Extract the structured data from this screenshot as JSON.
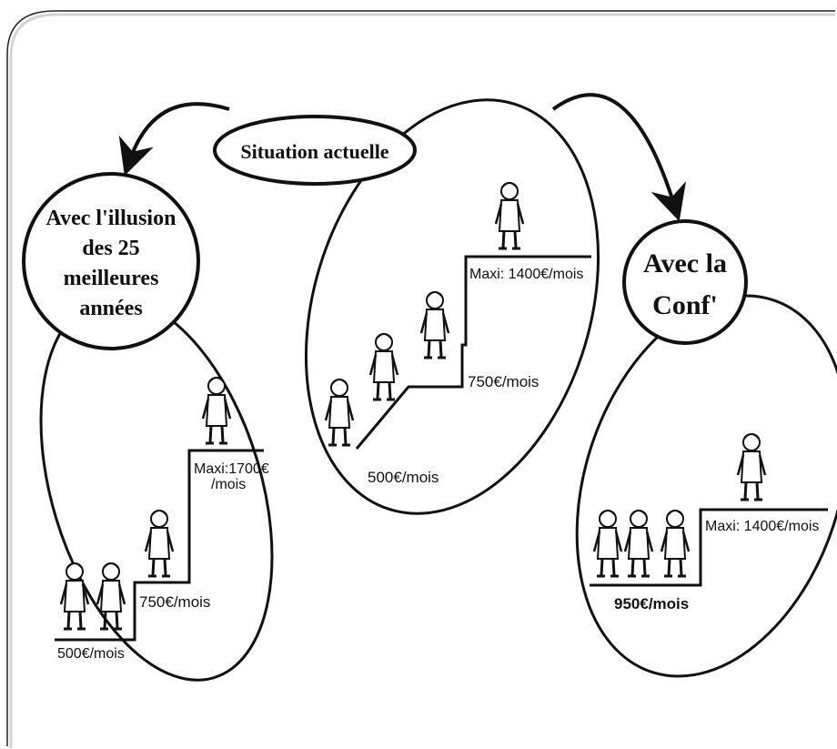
{
  "colors": {
    "ink": "#111111",
    "background": "#ffffff",
    "frame": "#222222"
  },
  "nodes": {
    "current": {
      "label": "Situation actuelle"
    },
    "illusion": {
      "lines": [
        "Avec l'illusion",
        "des 25",
        "meilleures",
        "années"
      ]
    },
    "conf": {
      "lines": [
        "Avec la",
        "Conf'"
      ]
    }
  },
  "steps": {
    "illusion": {
      "low": "500€/mois",
      "mid": "750€/mois",
      "max_line1": "Maxi:1700€",
      "max_line2": "/mois"
    },
    "current": {
      "low": "500€/mois",
      "mid": "750€/mois",
      "max": "Maxi: 1400€/mois"
    },
    "conf": {
      "low": "950€/mois",
      "max": "Maxi: 1400€/mois"
    }
  },
  "icons": {
    "retiree": "retiree-figure-icon",
    "arrow": "curved-arrow-icon"
  }
}
